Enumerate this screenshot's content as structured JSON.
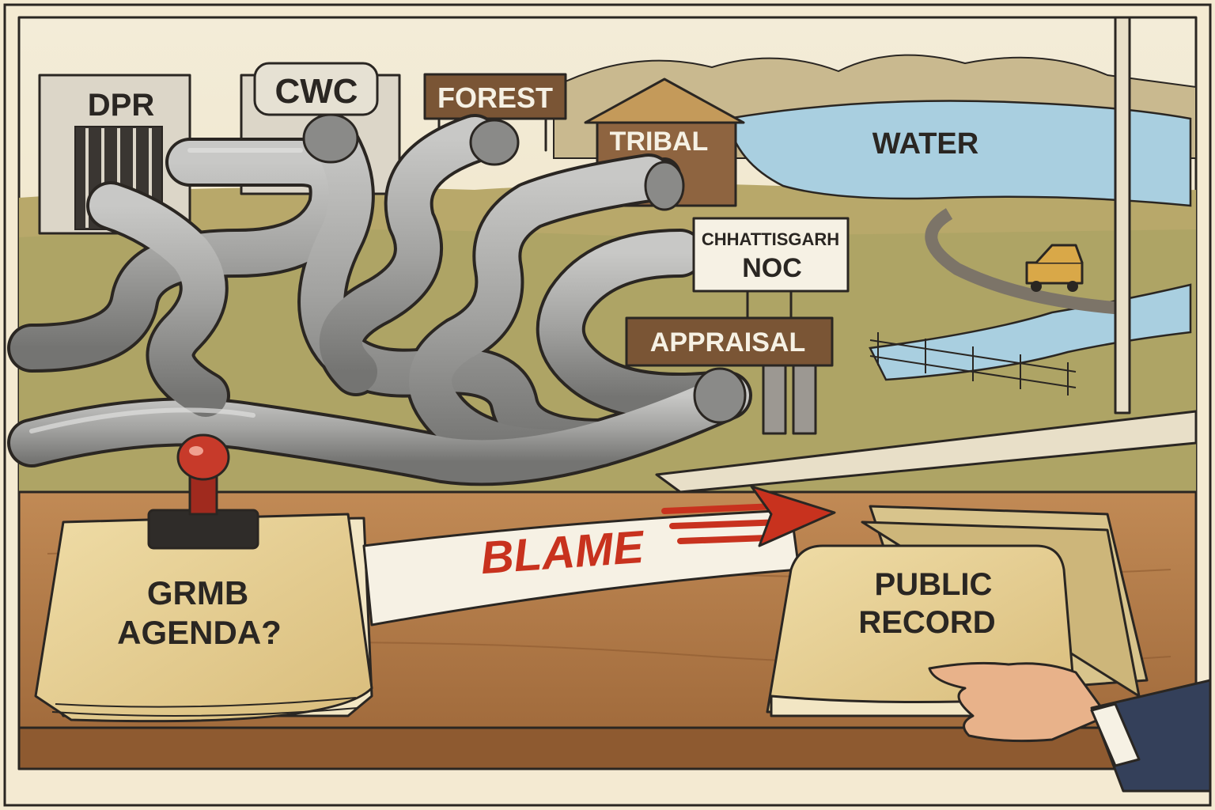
{
  "labels": {
    "dpr": "DPR",
    "cwc": "CWC",
    "forest": "FOREST",
    "tribal": "TRIBAL",
    "water": "WATER",
    "chhattisgarh_line1": "CHHATTISGARH",
    "chhattisgarh_line2": "NOC",
    "appraisal": "APPRAISAL",
    "blame": "BLAME",
    "grmb_line1": "GRMB",
    "grmb_line2": "AGENDA?",
    "public_line1": "PUBLIC",
    "public_line2": "RECORD"
  },
  "colors": {
    "paper": "#f4ead2",
    "ink": "#2a2622",
    "pipe": "#9d9d9b",
    "pipe_dark": "#6f6f6d",
    "desk": "#b07a4a",
    "desk_dark": "#7a4e2a",
    "folder": "#e8d29a",
    "blame_red": "#c8321e",
    "stamp_red": "#c73a2a",
    "water": "#a9cfe0",
    "sign_brown": "#7a5535"
  }
}
